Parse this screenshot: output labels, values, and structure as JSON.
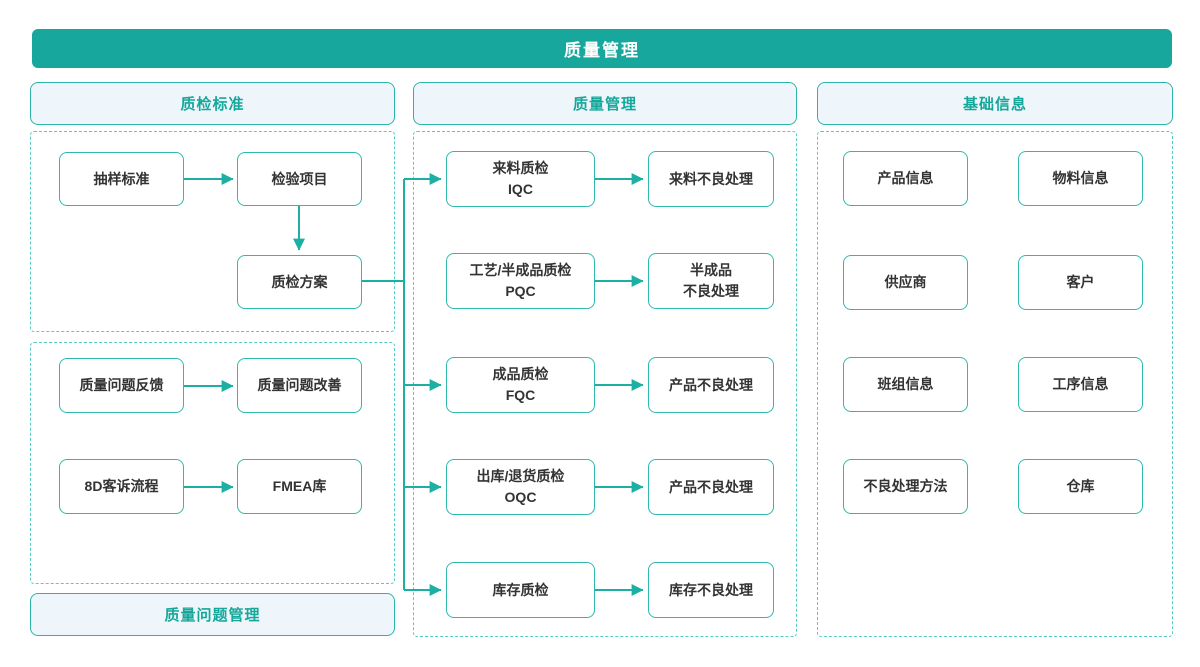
{
  "title_bar": {
    "label": "质量管理"
  },
  "sections": {
    "inspection_standards": {
      "header": "质检标准",
      "nodes": {
        "sampling_standard": "抽样标准",
        "inspection_items": "检验项目",
        "inspection_plan": "质检方案"
      }
    },
    "quality_problem_management": {
      "label": "质量问题管理",
      "nodes": {
        "problem_feedback": "质量问题反馈",
        "problem_improvement": "质量问题改善",
        "complaint_8d_process": "8D客诉流程",
        "fmea_library": "FMEA库"
      }
    },
    "quality_management": {
      "header": "质量管理",
      "rows": [
        {
          "source": "来料质检\nIQC",
          "target": "来料不良处理"
        },
        {
          "source": "工艺/半成品质检\nPQC",
          "target": "半成品\n不良处理"
        },
        {
          "source": "成品质检\nFQC",
          "target": "产品不良处理"
        },
        {
          "source": "出库/退货质检\nOQC",
          "target": "产品不良处理"
        },
        {
          "source": "库存质检",
          "target": "库存不良处理"
        }
      ]
    },
    "basic_information": {
      "header": "基础信息",
      "nodes": [
        "产品信息",
        "物料信息",
        "供应商",
        "客户",
        "班组信息",
        "工序信息",
        "不良处理方法",
        "仓库"
      ]
    }
  },
  "colors": {
    "banner_teal": "#18A79D",
    "node_border": "#2FB9AD",
    "arrow": "#1CAFA3",
    "dashed_border": "#55CCC2",
    "header_bg": "#EEF6FB",
    "header_text": "#16A79B",
    "node_text": "#333333"
  }
}
